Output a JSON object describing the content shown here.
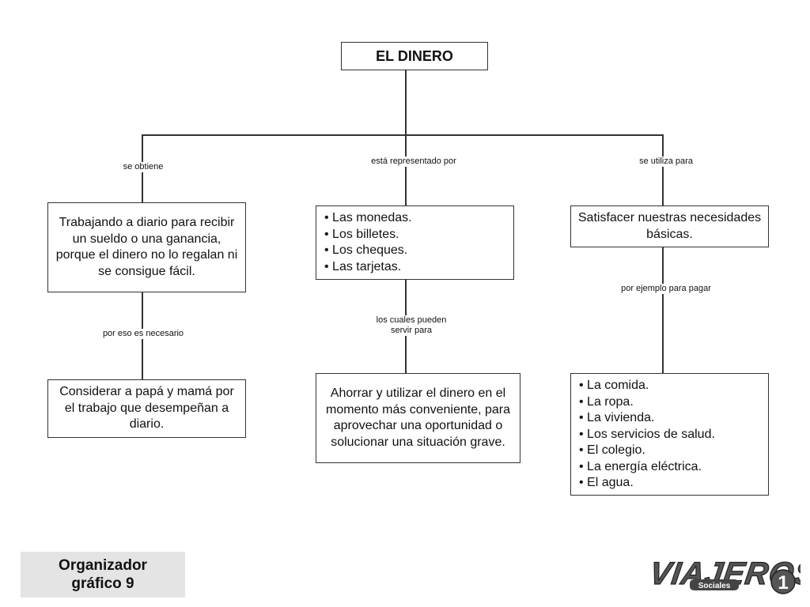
{
  "title": "EL DINERO",
  "connector_labels": {
    "left_top": "se obtiene",
    "center_top": "está representado por",
    "right_top": "se utiliza para",
    "left_mid": "por eso es necesario",
    "center_mid": "los cuales pueden servir para",
    "right_mid": "por ejemplo para pagar"
  },
  "nodes": {
    "left_top": "Trabajando a diario para recibir un sueldo o una ganancia, porque el dinero no lo regalan ni se consigue fácil.",
    "center_top_items": [
      "Las monedas.",
      "Los billetes.",
      "Los cheques.",
      "Las tarjetas."
    ],
    "right_top": "Satisfacer nuestras necesidades básicas.",
    "left_bottom": "Considerar a papá y mamá por el trabajo que desempeñan a diario.",
    "center_bottom": "Ahorrar y utilizar el dinero en el momento más conveniente, para aprovechar una oportunidad o solucionar una situación grave.",
    "right_bottom_items": [
      "La comida.",
      "La ropa.",
      "La vivienda.",
      "Los servicios de salud.",
      "El colegio.",
      "La energía eléctrica.",
      "El agua."
    ]
  },
  "footer": {
    "label": "Organizador gráfico 9"
  },
  "logo": {
    "brand": "VIAJEROS",
    "subtitle": "Sociales",
    "number": "1"
  },
  "colors": {
    "line": "#333333",
    "footer_bg": "#e4e4e4",
    "logo_fill": "#555555"
  }
}
